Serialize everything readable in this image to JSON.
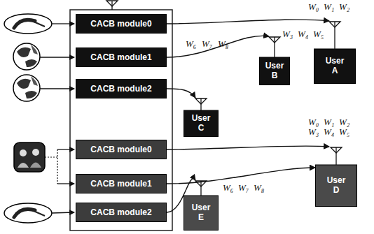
{
  "diagram": {
    "nodes": [
      {
        "text": [
          "CACB module0"
        ]
      },
      {
        "text": [
          "CACB module1"
        ]
      },
      {
        "text": [
          "CACB module2"
        ]
      },
      {
        "text": [
          "CACB module0"
        ]
      },
      {
        "text": [
          "CACB module1"
        ]
      },
      {
        "text": [
          "CACB module2"
        ]
      },
      {
        "text": [
          "User A"
        ]
      },
      {
        "text": [
          "User B"
        ]
      },
      {
        "text": [
          "User C"
        ]
      },
      {
        "text": [
          "User D"
        ]
      },
      {
        "text": [
          "User E"
        ]
      }
    ],
    "edges": [
      {
        "from": 0,
        "to": 6,
        "arrow": "to"
      },
      {
        "from": 1,
        "to": 7,
        "arrow": "to"
      },
      {
        "from": 2,
        "to": 8,
        "arrow": "to"
      },
      {
        "from": 3,
        "to": 9,
        "arrow": "to"
      },
      {
        "from": 4,
        "to": 9,
        "arrow": "to"
      },
      {
        "from": 5,
        "to": 10,
        "arrow": "to"
      }
    ],
    "labels": [
      "W₀",
      "W₁",
      "W₂",
      "W₃",
      "W₄",
      "W₅",
      "W₆",
      "W₇",
      "W₈",
      "W₀",
      "W₁",
      "W₂",
      "W₃",
      "W₄",
      "W₅",
      "W₆",
      "W₇",
      "W₈"
    ]
  }
}
